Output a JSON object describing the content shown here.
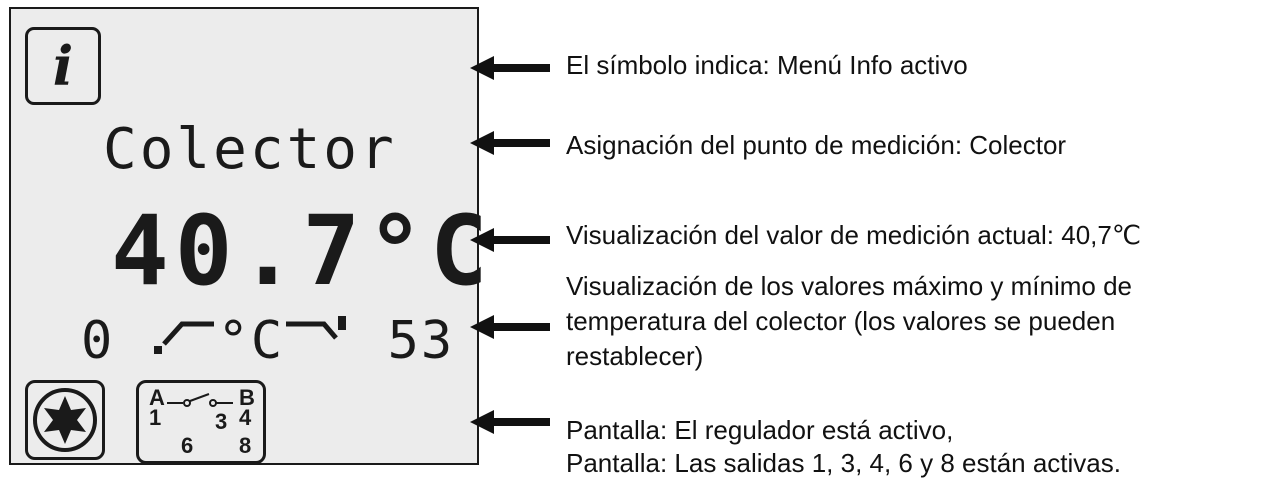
{
  "display": {
    "info_symbol": "i",
    "sensor_name": "Colector",
    "measured_value": "40.7°C",
    "min_value": "0",
    "max_value": "53",
    "minmax_unit": "°C",
    "switch_labels": {
      "a": "A",
      "b": "B"
    },
    "outputs": [
      "1",
      "3",
      "4",
      "6",
      "8"
    ]
  },
  "annotations": [
    "El símbolo indica: Menú Info activo",
    "Asignación del punto de medición: Colector",
    "Visualización del valor de medición actual: 40,7℃",
    "Visualización de los valores máximo y mínimo de",
    "temperatura del colector (los valores se pueden",
    "restablecer)",
    "Pantalla: El regulador está activo,",
    "Pantalla: Las salidas 1, 3, 4, 6 y 8 están activas."
  ],
  "colors": {
    "lcd_background": "#ececec",
    "ink": "#1a1a1a"
  }
}
